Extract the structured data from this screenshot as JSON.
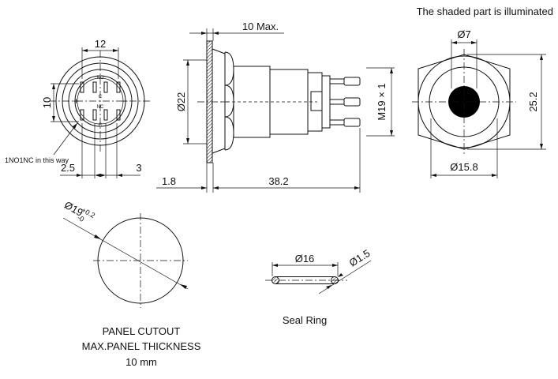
{
  "header": {
    "note": "The shaded part is illuminated"
  },
  "front_view": {
    "dim_width": "12",
    "dim_height": "10",
    "dim_left": "2.5",
    "dim_right": "3",
    "contact_note": "1NO1NC in this way",
    "pin_labels": [
      "NO",
      "C",
      "NC",
      "C"
    ]
  },
  "side_view": {
    "dim_max": "10 Max.",
    "dim_diameter": "Ø22",
    "dim_thread": "M19 × 1",
    "dim_flange": "1.8",
    "dim_length": "38.2"
  },
  "end_view": {
    "dim_led": "Ø7",
    "dim_hex": "25.2",
    "dim_body": "Ø15.8"
  },
  "panel_cutout": {
    "dim_label": "Ø19",
    "tol_upper": "+0.2",
    "tol_lower": "-0",
    "caption_line1": "PANEL CUTOUT",
    "caption_line2": "MAX.PANEL THICKNESS",
    "caption_line3": "10 mm"
  },
  "seal_ring": {
    "dim_inner": "Ø16",
    "dim_section": "Ø1.5",
    "caption": "Seal Ring"
  }
}
